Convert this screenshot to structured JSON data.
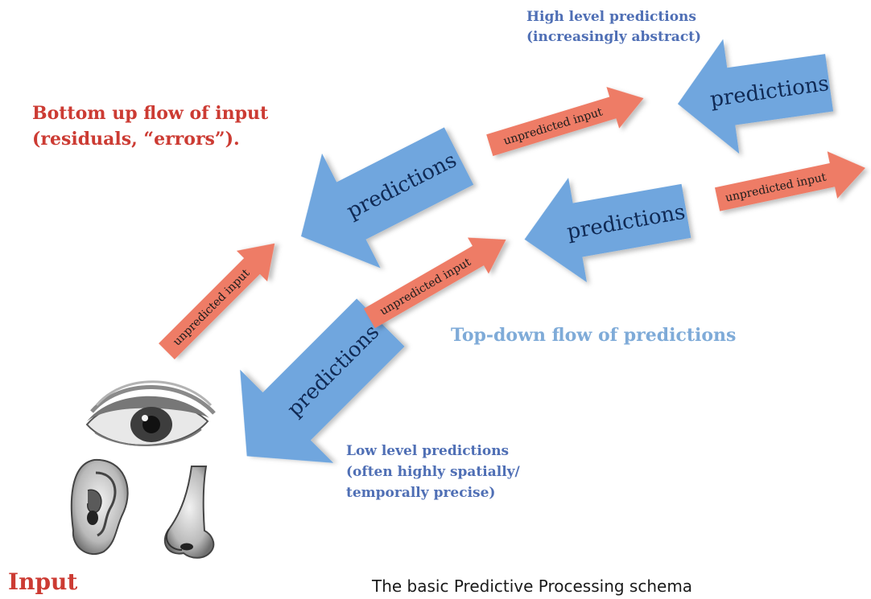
{
  "annotations": {
    "high_level": [
      "High level predictions",
      "(increasingly abstract)"
    ],
    "bottom_up": [
      "Bottom up flow of input",
      "(residuals, “errors”)."
    ],
    "top_down": "Top-down flow of predictions",
    "low_level": [
      "Low level predictions",
      "(often highly spatially/",
      "temporally precise)"
    ],
    "input": "Input",
    "caption": "The basic Predictive Processing schema"
  },
  "arrows": {
    "prediction_label": "predictions",
    "unpredicted_label": "unpredicted input"
  },
  "colors": {
    "prediction_arrow": "#6fa6de",
    "unpredicted_arrow": "#ee7c66",
    "blue_text": "#4f6fb5",
    "light_blue_text": "#7fabd8",
    "red_text": "#cc3b33"
  },
  "sense_organs": [
    "eye-icon",
    "ear-icon",
    "nose-icon"
  ]
}
